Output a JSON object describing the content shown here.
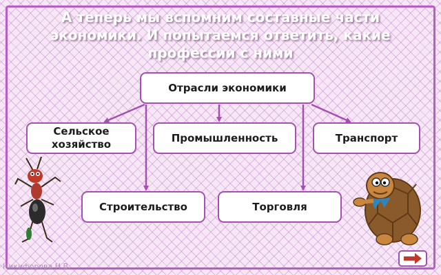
{
  "title": "А теперь мы вспомним составные части экономики. И попытаемся ответить, какие профессии с ними",
  "root": {
    "label": "Отрасли экономики"
  },
  "branches": [
    {
      "label": "Сельское хозяйство"
    },
    {
      "label": "Промышленность"
    },
    {
      "label": "Транспорт"
    },
    {
      "label": "Строительство"
    },
    {
      "label": "Торговля"
    }
  ],
  "author": "Никифорова Н.В.",
  "colors": {
    "frame": "#b65ec2",
    "connector": "#a54fb3",
    "node_fill": "#ffffff",
    "title_text": "#ffffff"
  },
  "icons": {
    "next": "arrow-right-icon",
    "left_character": "ant-icon",
    "right_character": "turtle-icon"
  }
}
